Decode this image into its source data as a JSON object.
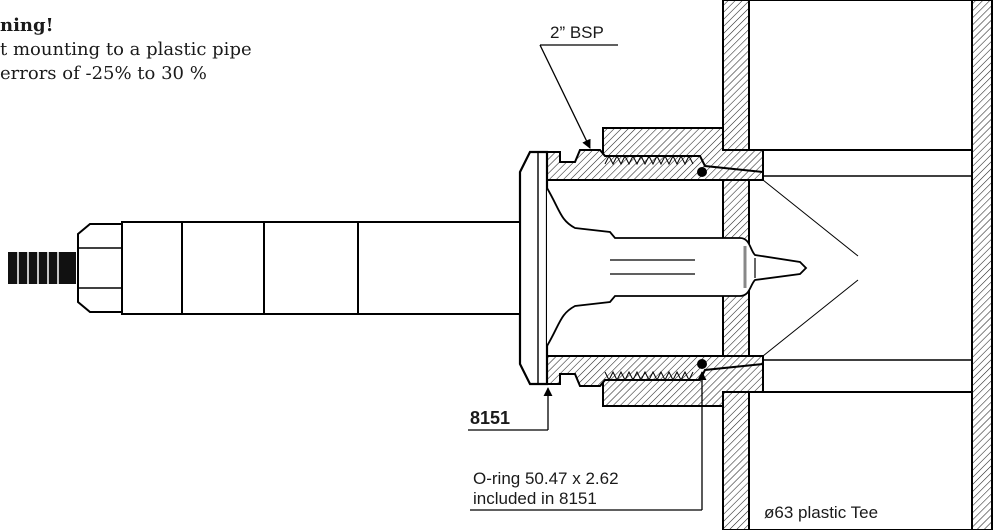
{
  "warning": {
    "title": "ning!",
    "line1": "t mounting to a plastic pipe",
    "line2": "errors of -25% to 30 %"
  },
  "labels": {
    "thread": "2” BSP",
    "part": "8151",
    "oring_line1": "O-ring 50.47 x 2.62",
    "oring_line2": "included in 8151",
    "tee": "ø63 plastic Tee"
  }
}
